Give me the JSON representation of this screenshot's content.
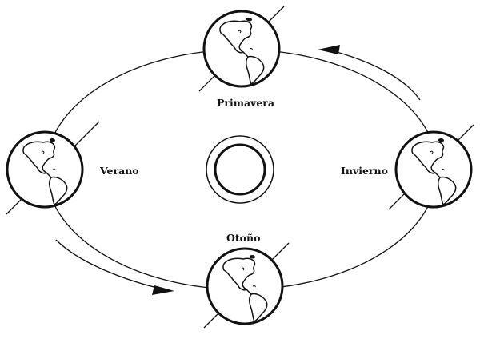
{
  "diagram": {
    "seasons": {
      "spring": "Primavera",
      "summer": "Verano",
      "winter": "Invierno",
      "autumn": "Otoño"
    },
    "colors": {
      "ink": "#111111",
      "background": "#ffffff",
      "earth_fill": "#ffffff"
    },
    "icons": {
      "sun": "sun-icon",
      "earth": "earth-globe-icon",
      "orbit_arrow": "orbit-arrow-icon"
    }
  }
}
